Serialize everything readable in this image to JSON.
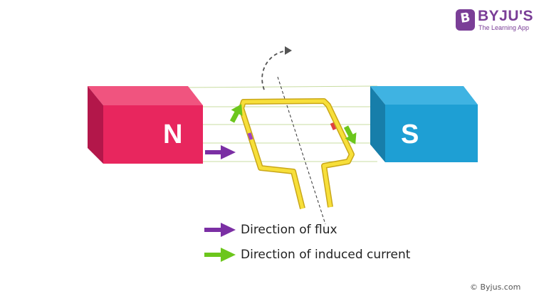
{
  "branding": {
    "logo_letter": "B",
    "name": "BYJU'S",
    "tagline": "The Learning App",
    "color": "#7a3e97"
  },
  "magnets": {
    "north": {
      "label": "N",
      "front_color": "#e8265e",
      "top_color": "#f0547f",
      "side_color": "#b3174a"
    },
    "south": {
      "label": "S",
      "front_color": "#1e9fd4",
      "top_color": "#3fb3e2",
      "side_color": "#177eaa"
    }
  },
  "coil": {
    "fill_color": "#f7df3a",
    "edge_color": "#c9a719"
  },
  "arrows": {
    "flux_color": "#7b2fa4",
    "current_color": "#6cc61c",
    "rotation_color": "#555555"
  },
  "legend": [
    {
      "text": "Direction of flux",
      "color": "#7b2fa4"
    },
    {
      "text": "Direction of induced current",
      "color": "#6cc61c"
    }
  ],
  "copyright": "© Byjus.com"
}
